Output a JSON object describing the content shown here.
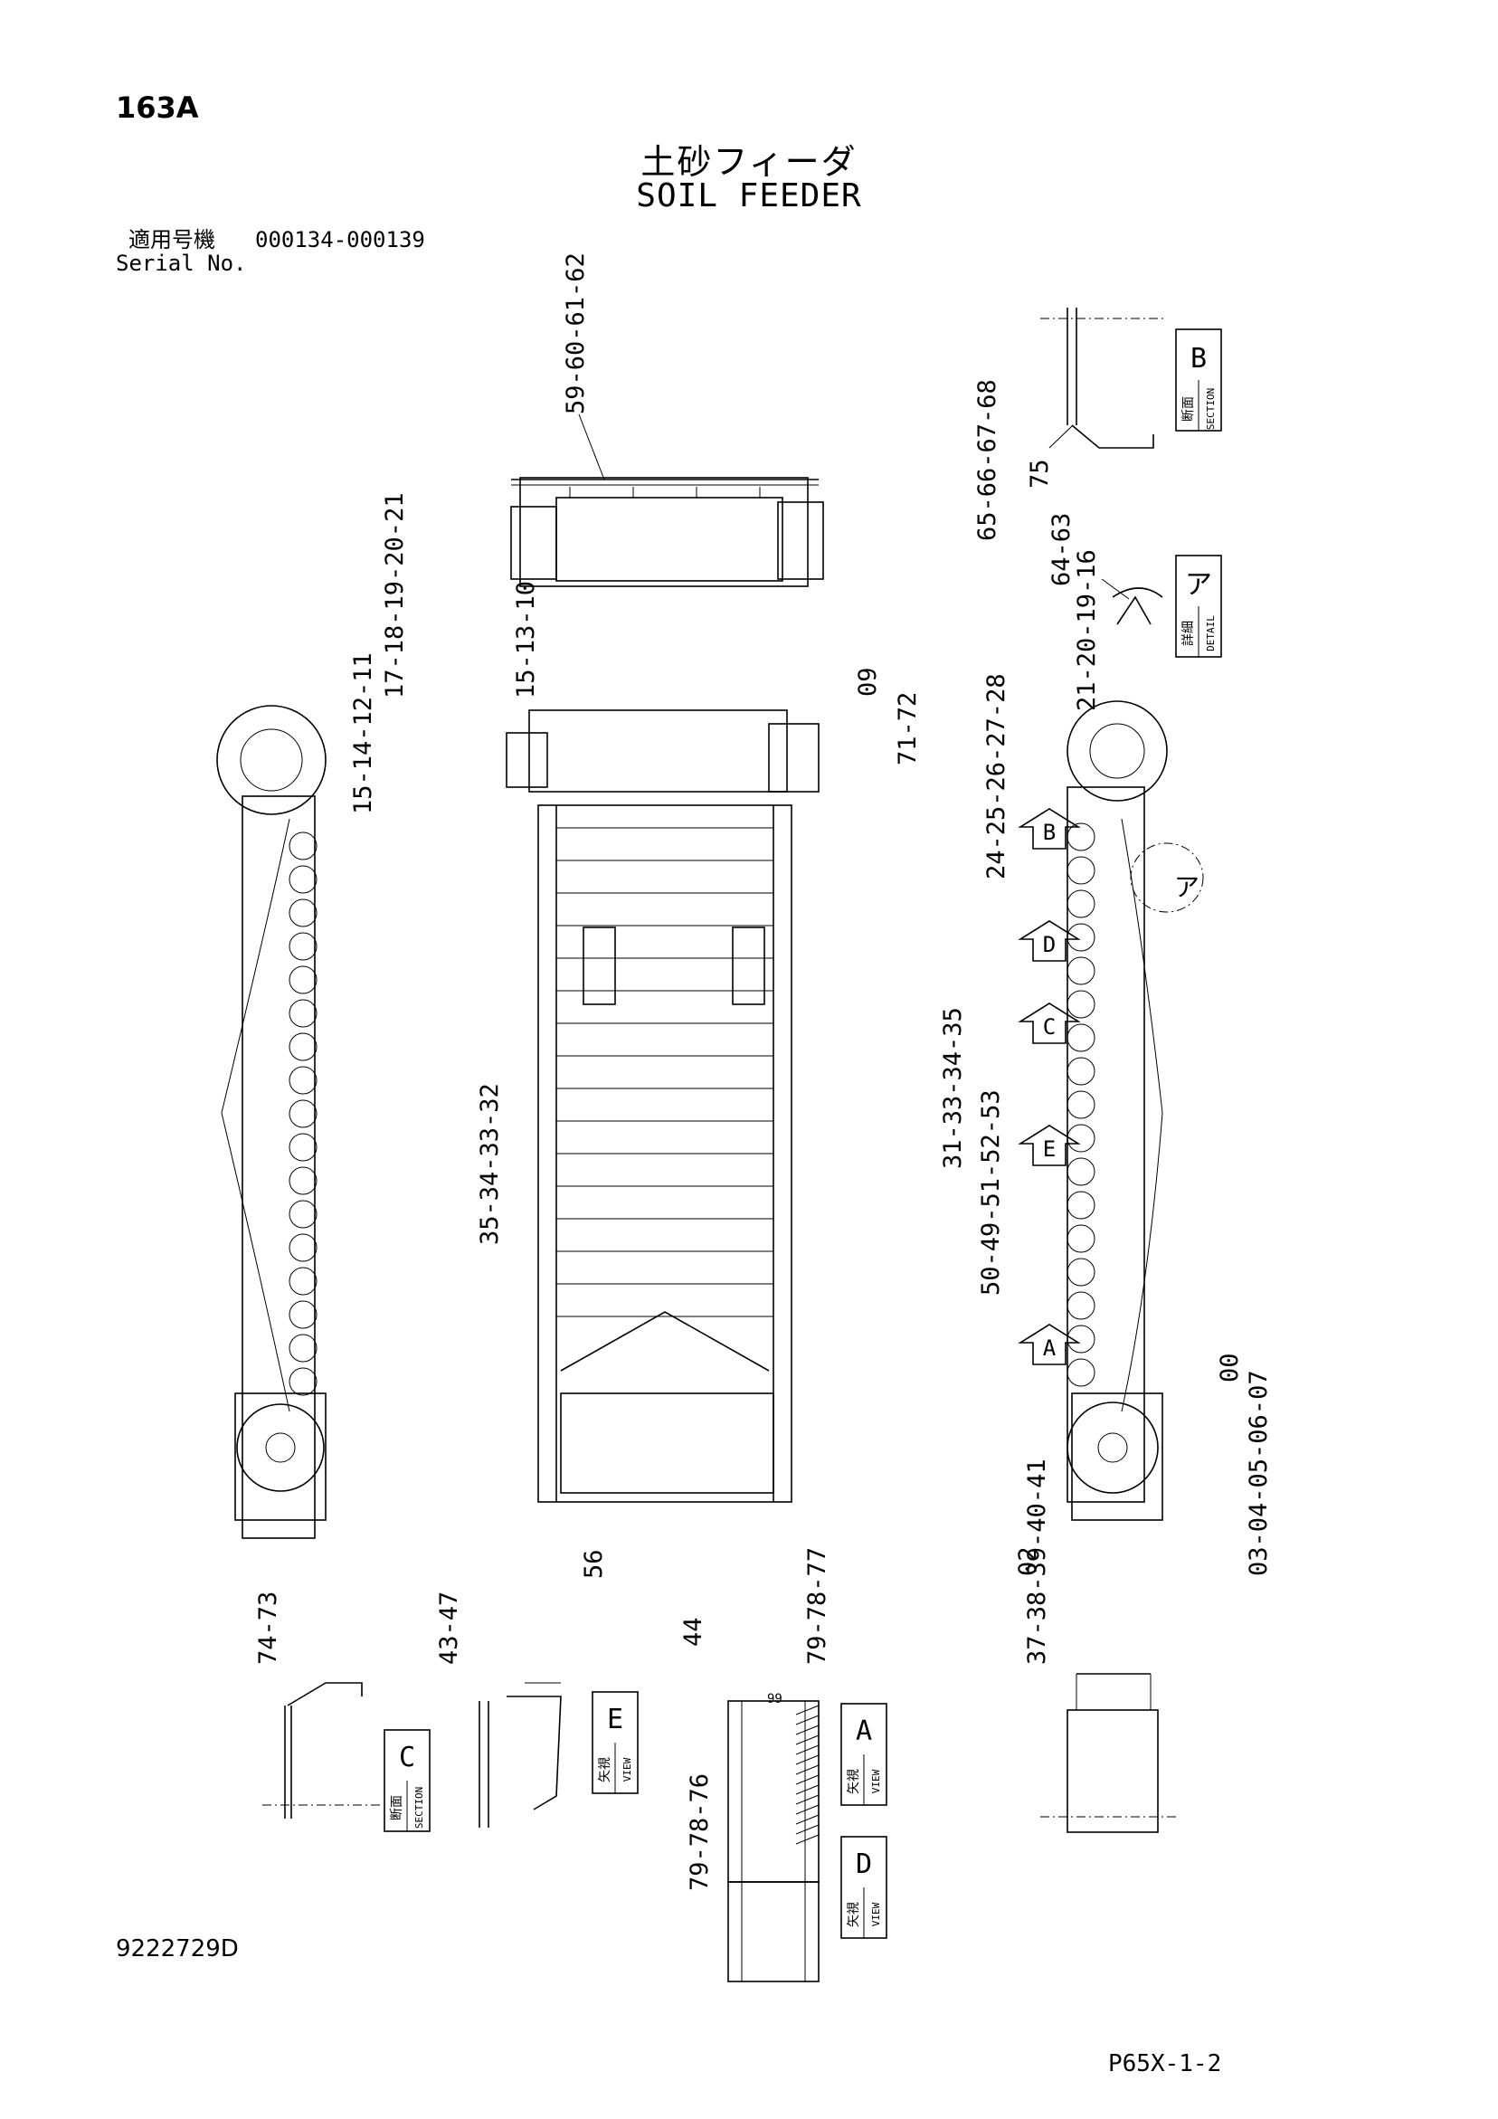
{
  "header": {
    "page_number": "163A",
    "title_jp": "土砂フィーダ",
    "title_en": "SOIL FEEDER",
    "serial_label_jp": "適用号機",
    "serial_range": "000134-000139",
    "serial_label_en": "Serial No."
  },
  "footer": {
    "doc_number": "9222729D",
    "sheet_code": "P65X-1-2"
  },
  "callouts": {
    "top_view": "59-60-61-62",
    "top_view_right": "65-66-67-68",
    "section_b_part": "75",
    "detail_a_parts": "64-63",
    "left_top_a": "17-18-19-20-21",
    "left_top_b": "15-14-12-11",
    "center_top_a": "15-13-10",
    "center_top_b": "09",
    "center_top_c": "71-72",
    "center_mid_a": "24-25-26-27-28",
    "right_top": "21-20-19-16",
    "center_right_mid": "31-33-34-35",
    "center_left_mid": "35-34-33-32",
    "center_lower": "50-49-51-52-53",
    "right_lower": "00",
    "center_bottom": "56",
    "right_bottom_a": "02",
    "right_bottom_b": "03-04-05-06-07",
    "section_c_parts": "74-73",
    "view_e_parts": "43-47",
    "view_a_parts_a": "44",
    "view_a_parts_b": "79-78-77",
    "view_a_parts_c": "37-38-39-40-41",
    "view_d_parts": "79-78-76",
    "view_a_inner": "99"
  },
  "view_labels": {
    "section_b": {
      "jp": "断面",
      "en": "SECTION",
      "letter": "B"
    },
    "detail_a": {
      "jp": "詳細",
      "en": "DETAIL",
      "letter": "ア"
    },
    "section_c": {
      "jp": "断面",
      "en": "SECTION",
      "letter": "C"
    },
    "view_e": {
      "jp": "矢視",
      "en": "VIEW",
      "letter": "E"
    },
    "view_a": {
      "jp": "矢視",
      "en": "VIEW",
      "letter": "A"
    },
    "view_d": {
      "jp": "矢視",
      "en": "VIEW",
      "letter": "D"
    }
  },
  "arrow_markers": [
    "B",
    "D",
    "C",
    "E",
    "A"
  ],
  "detail_marker": "ア"
}
